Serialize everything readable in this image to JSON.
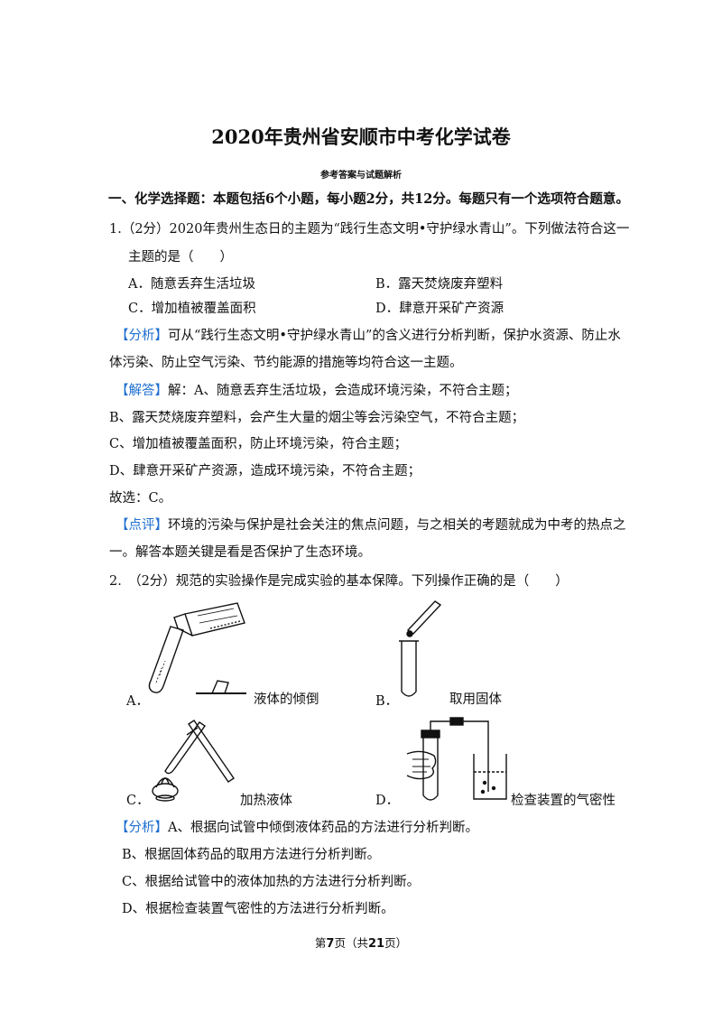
{
  "title": "2020年贵州省安顺市中考化学试卷",
  "subtitle": "参考答案与试题解析",
  "section_heading": "一、化学选择题：本题包括6个小题，每小题2分，共12分。每题只有一个选项符合题意。",
  "q1": {
    "stem_line1": "1.（2分）2020年贵州生态日的主题为“践行生态文明•守护绿水青山”。下列做法符合这一",
    "stem_line2": "主题的是（　　）",
    "options": {
      "A": "A．随意丢弃生活垃圾",
      "B": "B．露天焚烧废弃塑料",
      "C": "C．增加植被覆盖面积",
      "D": "D．肆意开采矿产资源"
    },
    "analysis_tag": "【分析】",
    "analysis_line1": "可从“践行生态文明•守护绿水青山”的含义进行分析判断，保护水资源、防止水",
    "analysis_line2": "体污染、防止空气污染、节约能源的措施等均符合这一主题。",
    "answer_tag": "【解答】",
    "answer_line1": "解：A、随意丢弃生活垃圾，会造成环境污染，不符合主题；",
    "answer_line2": "B、露天焚烧废弃塑料，会产生大量的烟尘等会污染空气，不符合主题；",
    "answer_line3": "C、增加植被覆盖面积，防止环境污染，符合主题；",
    "answer_line4": "D、肆意开采矿产资源，造成环境污染，不符合主题；",
    "choice": "故选：C。",
    "comment_tag": "【点评】",
    "comment_line1": "环境的污染与保护是社会关注的焦点问题，与之相关的考题就成为中考的热点之",
    "comment_line2": "一。解答本题关键是看是否保护了生态环境。"
  },
  "q2": {
    "stem": "2.　（2分）规范的实验操作是完成实验的基本保障。下列操作正确的是（　　）",
    "option_A_letter": "A．",
    "option_A_caption": "液体的倾倒",
    "option_B_letter": "B．",
    "option_B_caption": "取用固体",
    "option_C_letter": "C．",
    "option_C_caption": "加热液体",
    "option_D_letter": "D．",
    "option_D_caption": "检查装置的气密性",
    "analysis_tag": "【分析】",
    "analysis_line1": "A、根据向试管中倾倒液体药品的方法进行分析判断。",
    "analysis_line2": "B、根据固体药品的取用方法进行分析判断。",
    "analysis_line3": "C、根据给试管中的液体加热的方法进行分析判断。",
    "analysis_line4": "D、根据检查装置气密性的方法进行分析判断。"
  },
  "footer": {
    "prefix": "第",
    "page": "7",
    "middle": "页（共",
    "total": "21",
    "suffix": "页）"
  },
  "colors": {
    "tag": "#1e6fd0",
    "text": "#111111"
  }
}
